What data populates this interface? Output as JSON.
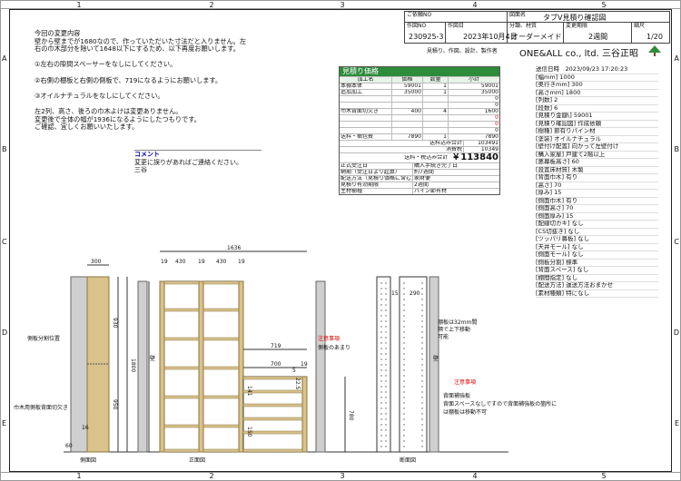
{
  "grid": {
    "columns": [
      "1",
      "2",
      "3",
      "4",
      "5"
    ],
    "rows": [
      "A",
      "B",
      "C",
      "D",
      "E"
    ]
  },
  "title_block": {
    "drawing_no_label": "ご依頼NO",
    "drawing_title_label": "図面名",
    "drawing_title": "タブV見積り確認図",
    "order_no_label": "作図NO",
    "order_no": "230925-3",
    "date_label": "作図日",
    "date": "2023年10月4日",
    "class_label": "分類、材質",
    "class_value": "オーダーメイド",
    "period_label": "変更期限",
    "period_value": "2週間",
    "scale_label": "縮尺",
    "scale_value": "1/20",
    "maker_label": "見積り、作図、設計、製作者",
    "maker": "ONE&ALL co., ltd.  三谷正昭"
  },
  "notes": {
    "heading": "今回の変更内容",
    "lines": [
      "壁から壁までが1680なので、作っていただいた寸法だと入りません。左",
      "右の巾木部分を除いて1648以下にするため、以下再度お願いします。",
      "",
      "①左右の隙間スペーサーをなしにしてください。",
      "",
      "②右側の棚板と右側の側板で、719になるようにお願いします。",
      "",
      "③オイルナチュラルをなしにしてください。",
      "",
      "左2列、高さ、後ろの巾木よけは変更ありません。",
      "変更後で全体の幅が1936になるようにしたつもりです。",
      "ご確認、宜しくお願いいたします。"
    ]
  },
  "comment": {
    "label": "コメント",
    "text": "変更に誤りがあればご連絡ください。",
    "sign": "三谷"
  },
  "estimate": {
    "header": "見積り価格",
    "columns": [
      "加工名",
      "価格",
      "数量",
      "小計"
    ],
    "rows": [
      [
        "本棚本体",
        "59001",
        "1",
        "59001"
      ],
      [
        "追加加工",
        "35000",
        "1",
        "35000"
      ],
      [
        "",
        "",
        "",
        "0"
      ],
      [
        "",
        "",
        "",
        "0"
      ],
      [
        "巾木背面切欠き",
        "400",
        "4",
        "1600"
      ],
      [
        "",
        "",
        "",
        "0"
      ],
      [
        "",
        "",
        "",
        "0"
      ],
      [
        "",
        "",
        "",
        "0"
      ],
      [
        "送料・梱包費",
        "7890",
        "1",
        "7890"
      ]
    ],
    "tax_in_label": "送料込み合計",
    "tax_in_value": "103491",
    "tax_label": "消費税",
    "tax_value": "10349",
    "total_label": "送料・税込み合計",
    "total_value": "￥113840",
    "extra": [
      [
        "正式受注日",
        "購入手続き完了日"
      ],
      [
        "納期（受注日より起算）",
        "約7週間"
      ],
      [
        "配送方法（見積り価格に含む）",
        "家財便"
      ],
      [
        "見積り有効期限",
        "2週間"
      ],
      [
        "主材樹種",
        "パイン節有材"
      ]
    ]
  },
  "spec": [
    "送信日時　2023/09/23 17:20:23",
    "[幅mm] 1000",
    "[奥行きmm] 300",
    "[高さmm] 1800",
    "[列数] 2",
    "[段数] 6",
    "[見積り金額\\] 59001",
    "[見積り確認図] 作成依頼",
    "[樹種] 節有りパイン材",
    "[塗装] オイルナチュラル",
    "[壁付け配置] 向かって左壁付け",
    "[購入家屋] 戸建て2階以上",
    "[悪幕板高さ] 60",
    "[設置床材質] 木製",
    "[背面巾木] 有り",
    "[高さ] 70",
    "[厚み] 15",
    "[側面巾木] 有り",
    "[側面高さ] 70",
    "[側面厚み] 15",
    "[配線切カキ] なし",
    "[CS切抜き] なし",
    "[ツッパリ募板] なし",
    "[天井モール] なし",
    "[側面モール] なし",
    "[側板分割] 標準",
    "[背面スペース] なし",
    "[棚間指定] なし",
    "[配送方法] 運送方法おまかせ",
    "[素材種類] 特になし"
  ],
  "drawing": {
    "side_label": "側面図",
    "front_label": "正面図",
    "section_label": "断面図",
    "wall_label": "壁",
    "dims": {
      "total": "1636",
      "depth": "300",
      "h930": "930",
      "h950": "950",
      "h1800": "1800",
      "w19": "19",
      "w430": "430",
      "w719": "719",
      "w700": "700",
      "h780": "780",
      "s290": "290",
      "h60": "60",
      "h225": "22.5",
      "h141": "141",
      "h150": "150",
      "h16": "16",
      "h15": "15",
      "h5": "5"
    },
    "notes": {
      "side_joint": "側板分割位置",
      "kick_cut": "巾木用側板背面切欠き",
      "caution1": "注意事項",
      "caution1_text": "側板のあまり",
      "shelf_note1": "棚板は32mm間",
      "shelf_note2": "隔で上下移動",
      "shelf_note3": "可能",
      "caution2": "注意事項",
      "caution2_line1": "背面補強板",
      "caution2_line2": "背面スペースなしですので背面補強板の箇所に",
      "caution2_line3": "は棚板は移動不可"
    }
  },
  "colors": {
    "wood": "#d9c38a",
    "wood_dark": "#bfa66a",
    "accent": "#2e8b3a",
    "red": "#d00000",
    "wall": "#cfcfcf"
  }
}
